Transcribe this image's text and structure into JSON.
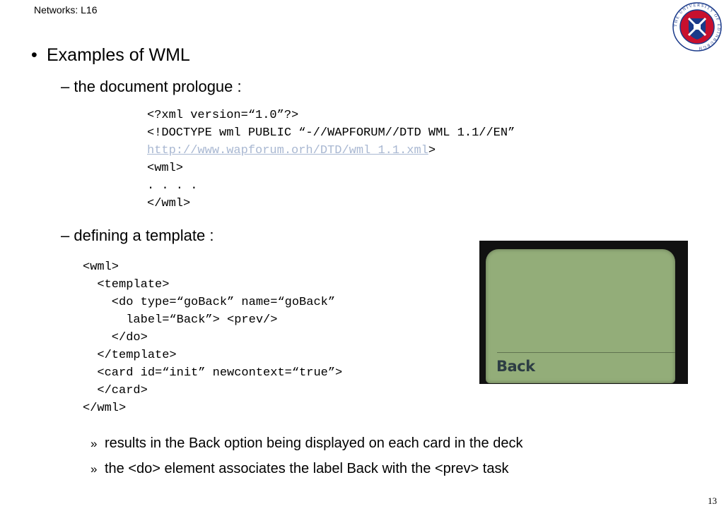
{
  "header": {
    "course": "Networks: L16"
  },
  "logo": {
    "name": "university-of-edinburgh-crest",
    "ring_text": "THE UNIVERSITY OF EDINBURGH",
    "colors": {
      "ring": "#1a3a8a",
      "red": "#c8102e"
    }
  },
  "slide": {
    "bullet_mark": "•",
    "title": "Examples of WML",
    "sub1": "– the document prologue :",
    "prologue_lines": [
      "<?xml version=“1.0”?>",
      "<!DOCTYPE wml PUBLIC “-//WAPFORUM//DTD WML 1.1//EN”",
      "http://www.wapforum.orh/DTD/wml_1.1.xml",
      "<wml>",
      ". . . .",
      "</wml>"
    ],
    "prologue_link_suffix": ">",
    "sub2": "– defining a template :",
    "template_lines": [
      "<wml>",
      "  <template>",
      "    <do type=“goBack” name=“goBack”",
      "      label=“Back”> <prev/>",
      "    </do>",
      "  </template>",
      "  <card id=“init” newcontext=“true”>",
      "  </card>",
      "</wml>"
    ],
    "phone_label": "Back",
    "results": [
      {
        "mark": "»",
        "text": "results in the Back option being displayed on each card in the deck"
      },
      {
        "mark": "»",
        "text": "the <do> element associates the label Back with the <prev> task"
      }
    ],
    "page_number": "13"
  }
}
